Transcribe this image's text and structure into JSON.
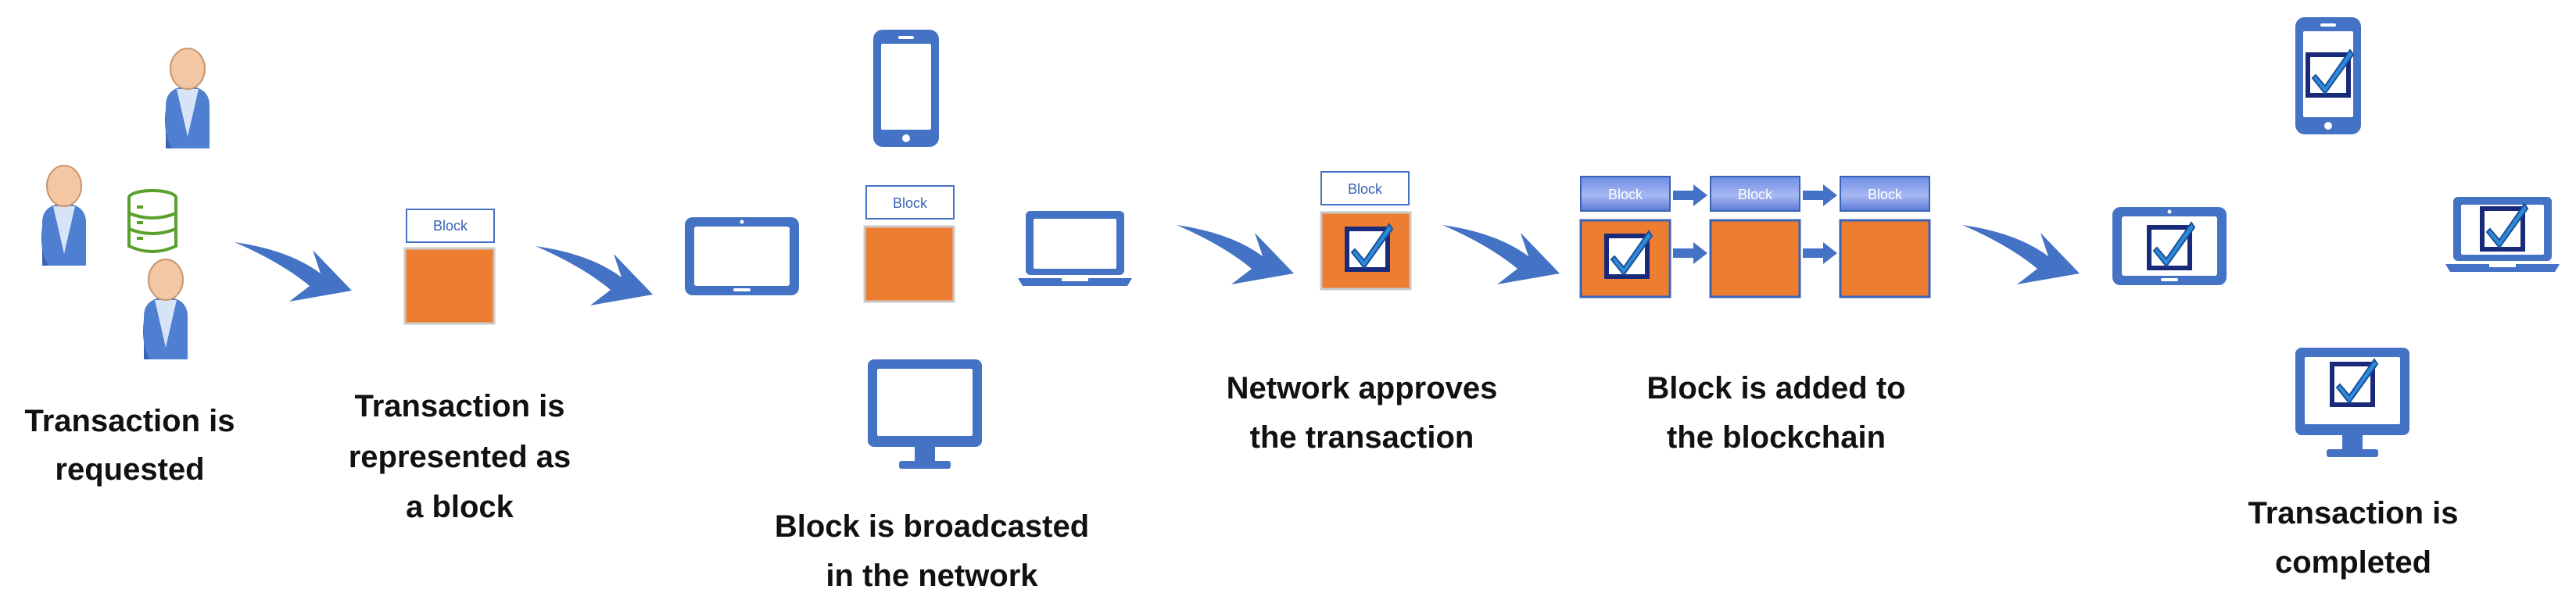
{
  "steps": [
    {
      "caption_line1": "Transaction is",
      "caption_line2": "requested"
    },
    {
      "caption_line1": "Transaction is",
      "caption_line2": "represented as",
      "caption_line3": "a block"
    },
    {
      "caption_line1": "Block is broadcasted",
      "caption_line2": "in the network"
    },
    {
      "caption_line1": "Network approves",
      "caption_line2": "the transaction"
    },
    {
      "caption_line1": "Block is added to",
      "caption_line2": "the blockchain"
    },
    {
      "caption_line1": "Transaction is",
      "caption_line2": "completed"
    }
  ],
  "block_label": "Block",
  "colors": {
    "accent_blue": "#4472c4",
    "block_orange": "#ed7d31",
    "check_navy": "#1a2a7a",
    "database_green": "#5aa02c"
  }
}
